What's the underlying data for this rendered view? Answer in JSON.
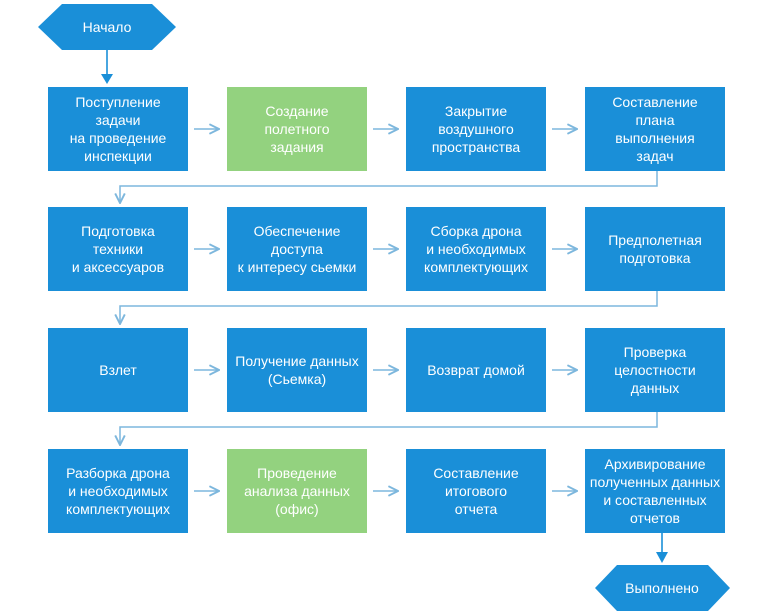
{
  "colors": {
    "blue": "#1a8fd8",
    "green": "#93d27f",
    "connector": "#7db7dd",
    "text": "#ffffff"
  },
  "start": {
    "label": "Начало"
  },
  "end": {
    "label": "Выполнено"
  },
  "rows": [
    [
      {
        "lines": [
          "Поступление",
          "задачи",
          "на проведение",
          "инспекции"
        ],
        "color": "blue",
        "name": "step-task-receipt"
      },
      {
        "lines": [
          "Создание",
          "полетного",
          "задания"
        ],
        "color": "green",
        "name": "step-flight-task"
      },
      {
        "lines": [
          "Закрытие",
          "воздушного",
          "пространства"
        ],
        "color": "blue",
        "name": "step-airspace-closure"
      },
      {
        "lines": [
          "Составление",
          "плана",
          "выполнения",
          "задач"
        ],
        "color": "blue",
        "name": "step-plan"
      }
    ],
    [
      {
        "lines": [
          "Подготовка",
          "техники",
          "и аксессуаров"
        ],
        "color": "blue",
        "name": "step-equipment-prep"
      },
      {
        "lines": [
          "Обеспечение",
          "доступа",
          "к интересу сьемки"
        ],
        "color": "blue",
        "name": "step-access"
      },
      {
        "lines": [
          "Сборка дрона",
          "и необходимых",
          "комплектующих"
        ],
        "color": "blue",
        "name": "step-drone-assembly"
      },
      {
        "lines": [
          "Предполетная",
          "подготовка"
        ],
        "color": "blue",
        "name": "step-preflight"
      }
    ],
    [
      {
        "lines": [
          "Взлет"
        ],
        "color": "blue",
        "name": "step-takeoff"
      },
      {
        "lines": [
          "Получение данных",
          "(Сьемка)"
        ],
        "color": "blue",
        "name": "step-data-capture"
      },
      {
        "lines": [
          "Возврат домой"
        ],
        "color": "blue",
        "name": "step-return-home"
      },
      {
        "lines": [
          "Проверка",
          "целостности",
          "данных"
        ],
        "color": "blue",
        "name": "step-data-check"
      }
    ],
    [
      {
        "lines": [
          "Разборка дрона",
          "и необходимых",
          "комплектующих"
        ],
        "color": "blue",
        "name": "step-drone-disassembly"
      },
      {
        "lines": [
          "Проведение",
          "анализа данных",
          "(офис)"
        ],
        "color": "green",
        "name": "step-data-analysis"
      },
      {
        "lines": [
          "Составление",
          "итогового",
          "отчета"
        ],
        "color": "blue",
        "name": "step-final-report"
      },
      {
        "lines": [
          "Архивирование",
          "полученных данных",
          "и составленных",
          "отчетов"
        ],
        "color": "blue",
        "name": "step-archiving"
      }
    ]
  ]
}
